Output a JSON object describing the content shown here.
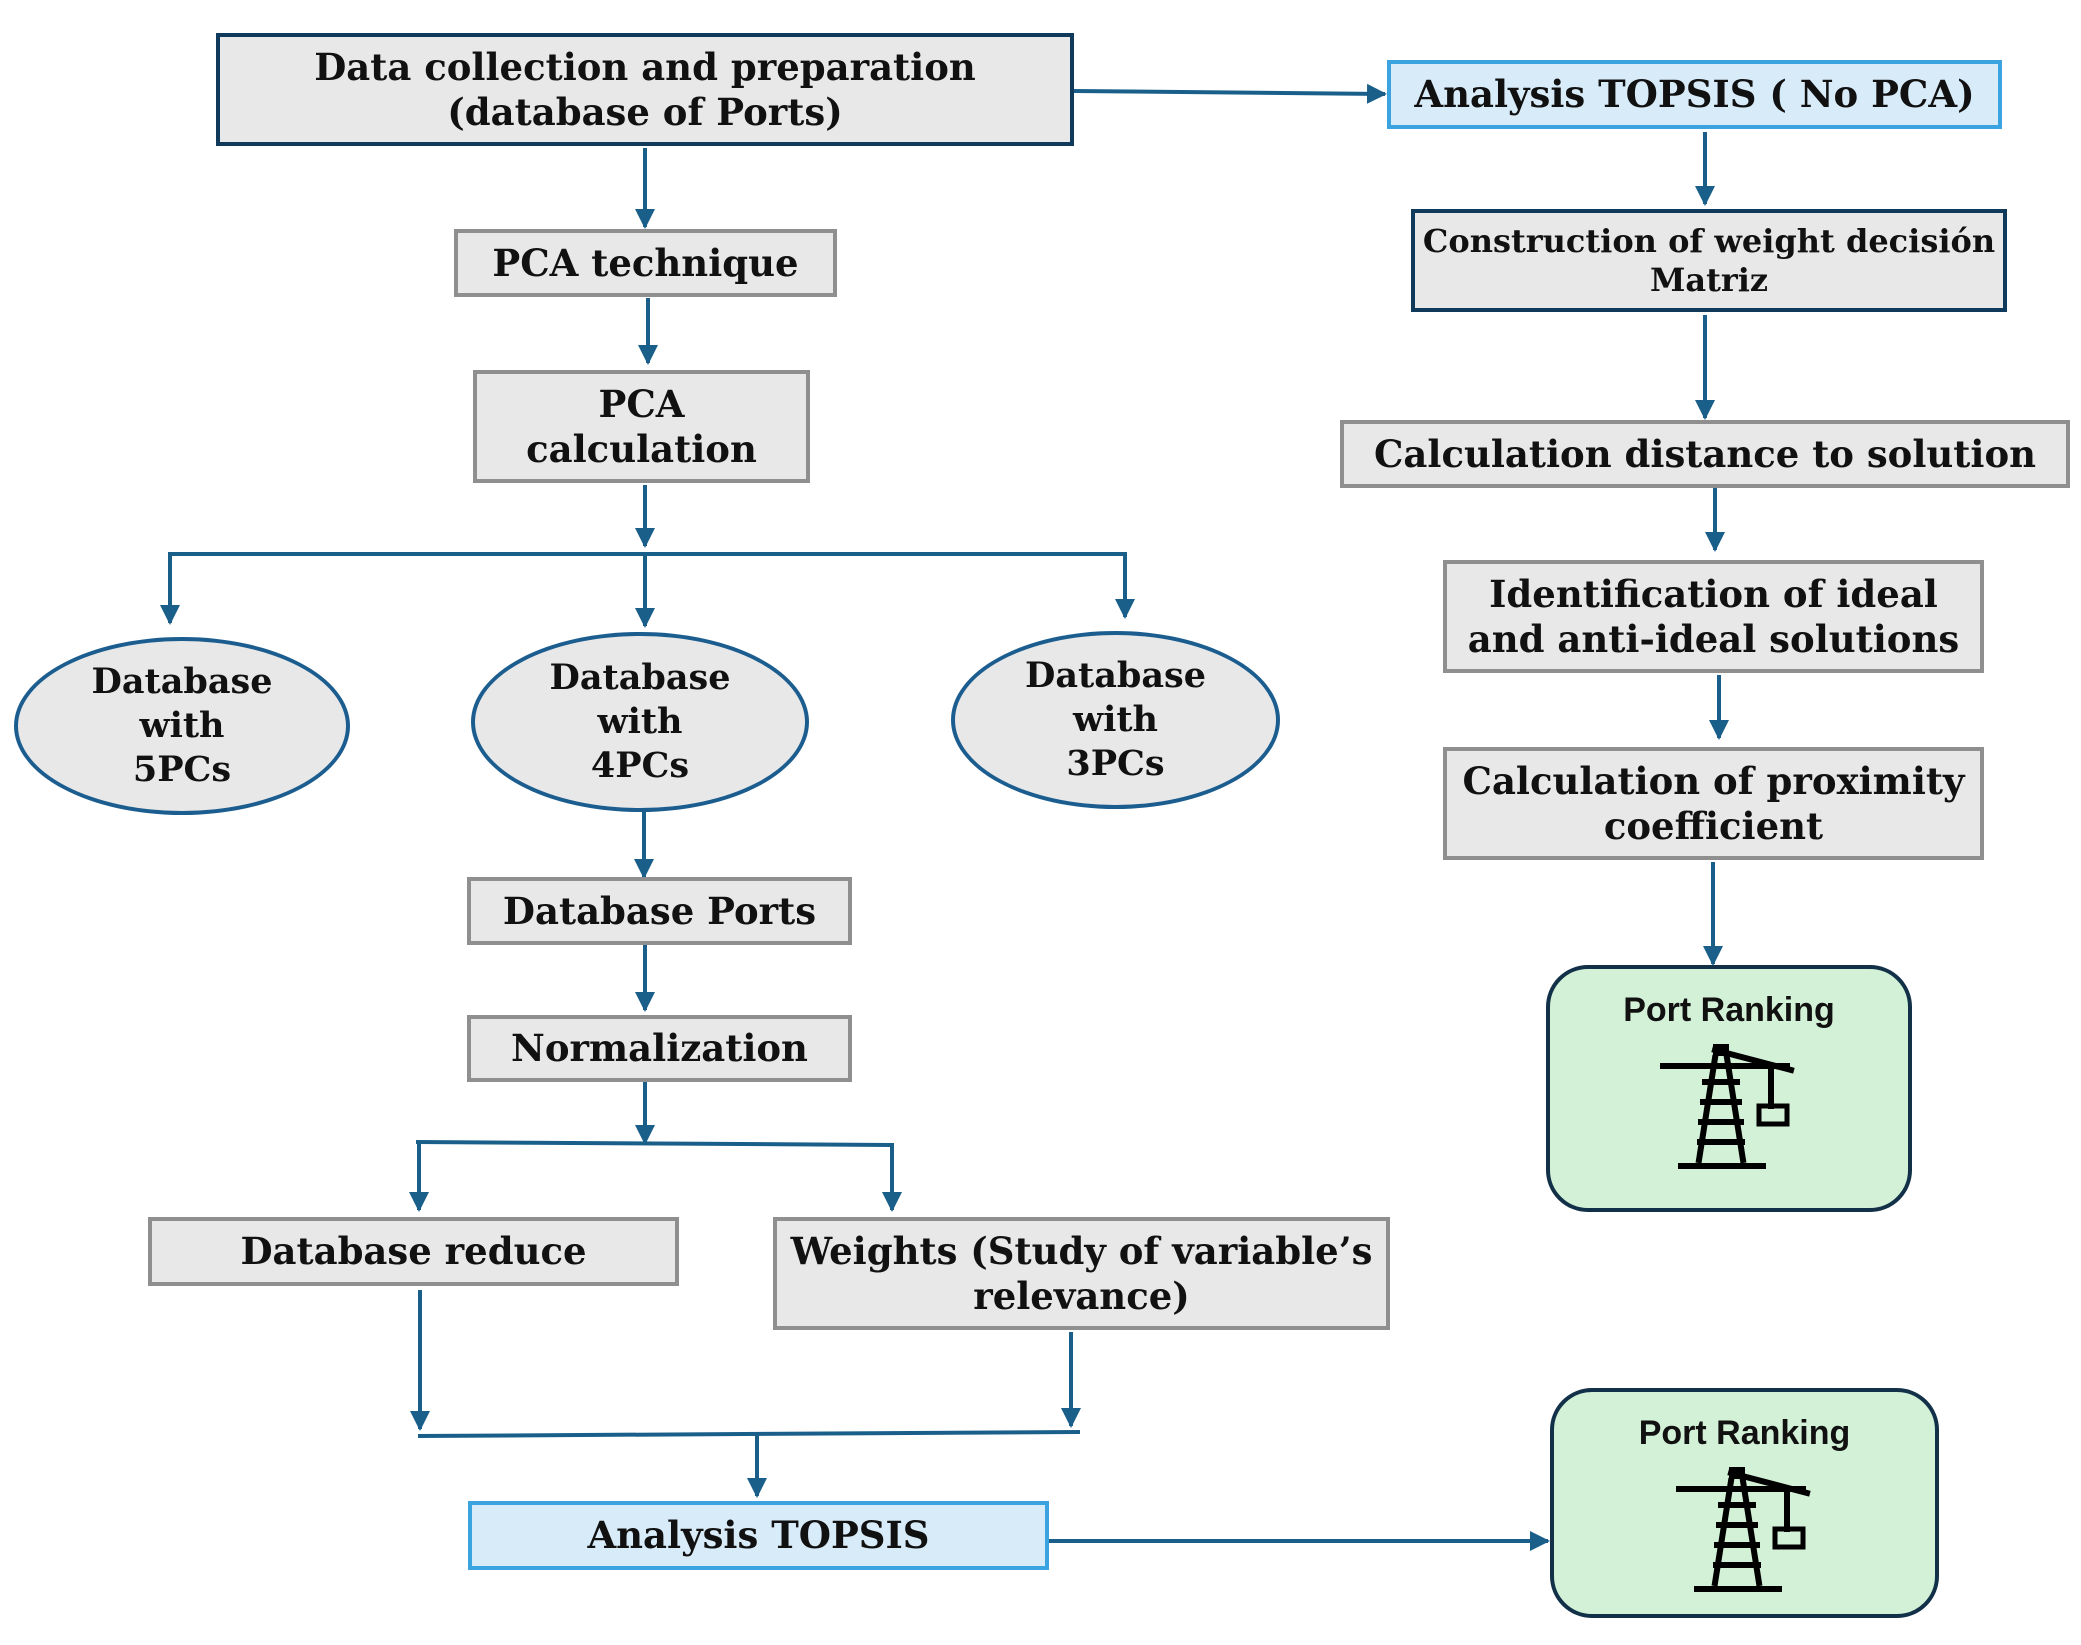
{
  "left_flow": {
    "data_collection": [
      "Data collection and preparation",
      "(database of Ports)"
    ],
    "pca_technique": "PCA technique",
    "pca_calculation": [
      "PCA",
      "calculation"
    ],
    "db_5pcs": [
      "Database",
      "with",
      "5PCs"
    ],
    "db_4pcs": [
      "Database",
      "with",
      "4PCs"
    ],
    "db_3pcs": [
      "Database",
      "with",
      "3PCs"
    ],
    "database_ports": "Database Ports",
    "normalization": "Normalization",
    "database_reduce": "Database reduce",
    "weights": [
      "Weights (Study of variable’s",
      "relevance)"
    ],
    "analysis_topsis": "Analysis TOPSIS"
  },
  "right_flow": {
    "analysis_topsis_no_pca": "Analysis TOPSIS ( No PCA)",
    "construction": [
      "Construction of weight decisión",
      "Matriz"
    ],
    "distance": "Calculation distance to solution",
    "identification": [
      "Identification of ideal",
      "and anti-ideal solutions"
    ],
    "proximity": [
      "Calculation of proximity",
      "coefficient"
    ]
  },
  "port_ranking_top": {
    "title": "Port Ranking",
    "icon": "port-crane-icon"
  },
  "port_ranking_bottom": {
    "title": "Port Ranking",
    "icon": "port-crane-icon"
  },
  "colors": {
    "arrow": "#1a5f8a",
    "box_fill": "#e8e8e8",
    "box_border_gray": "#8f8f8f",
    "box_border_navy": "#103a5c",
    "topsis_fill": "#d8ebf8",
    "topsis_border": "#3aa3e0",
    "ellipse_border": "#1c5d8f",
    "ranking_fill": "#d3f1d7",
    "ranking_border": "#123047"
  }
}
